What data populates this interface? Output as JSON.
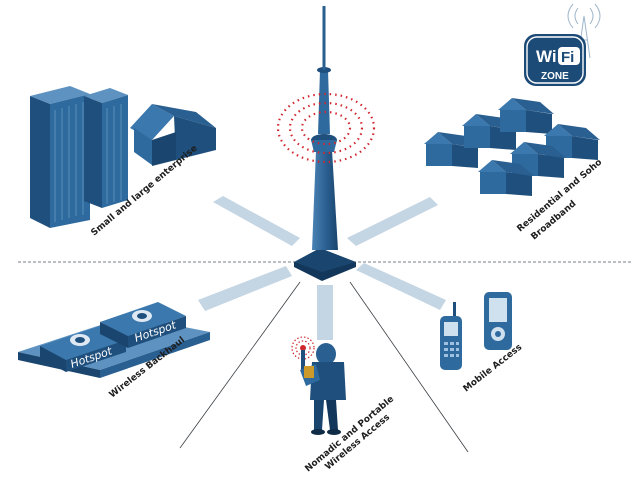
{
  "labels": {
    "enterprise": "Small and large enterprise",
    "residential_1": "Residential and Soho",
    "residential_2": "Broadband",
    "backhaul": "Wireless Backhaul",
    "nomadic_1": "Nomadic and Portable",
    "nomadic_2": "Wireless Access",
    "mobile": "Mobile Access"
  },
  "hotspots": [
    "Hotspot",
    "Hotspot"
  ],
  "wifi_badge": {
    "wi": "Wi",
    "fi": "Fi",
    "zone": "ZONE"
  },
  "colors": {
    "navy": "#1f4f7c",
    "blue": "#2e6a9e",
    "light_blue": "#5e93c1",
    "spoke": "#c4d5e4",
    "signal": "#d0262e"
  },
  "icons": [
    "tower-icon",
    "office-building-icon",
    "house-icon",
    "hotspot-device-icon",
    "mobile-phone-icon",
    "person-icon",
    "wifi-zone-badge-icon"
  ]
}
